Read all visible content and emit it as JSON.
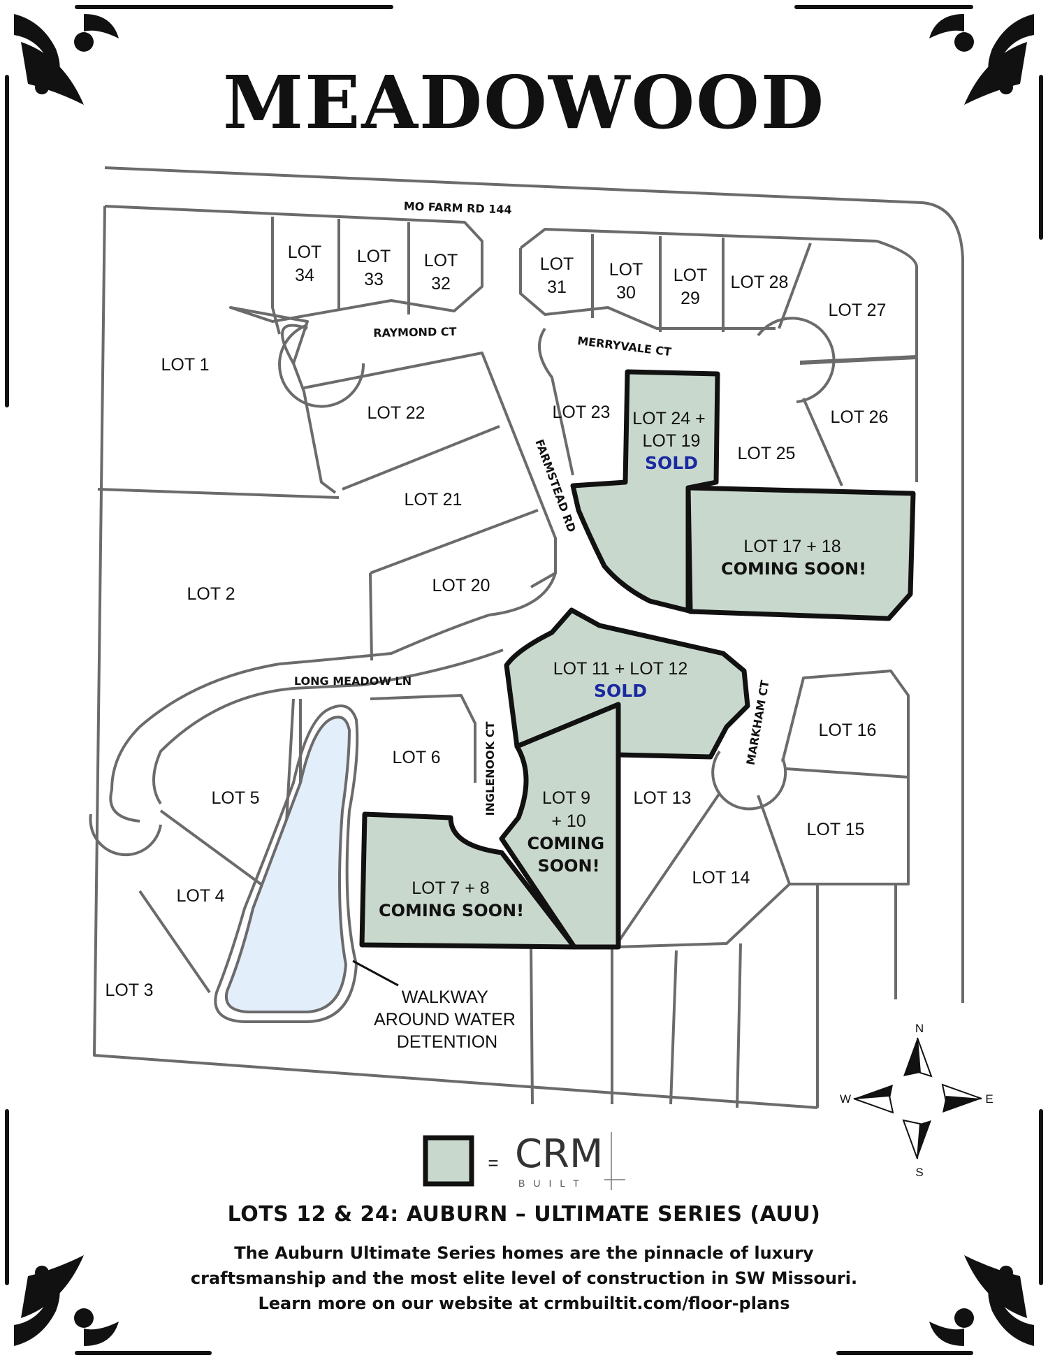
{
  "title": "MEADOWOOD",
  "colors": {
    "highlight_fill": "#c9d8cc",
    "pond_fill": "#e2eefa",
    "line": "#6b6b6b",
    "sold": "#1a2aa0"
  },
  "streets": {
    "mo_farm": "MO FARM RD 144",
    "raymond": "RAYMOND CT",
    "merryvale": "MERRYVALE CT",
    "farmstead": "FARMSTEAD RD",
    "long_meadow": "LONG MEADOW LN",
    "inglenook": "INGLENOOK CT",
    "markham": "MARKHAM CT"
  },
  "lots": {
    "l1": [
      "LOT 1"
    ],
    "l2": [
      "LOT 2"
    ],
    "l3": [
      "LOT 3"
    ],
    "l4": [
      "LOT 4"
    ],
    "l5": [
      "LOT 5"
    ],
    "l6": [
      "LOT 6"
    ],
    "l13": [
      "LOT 13"
    ],
    "l14": [
      "LOT 14"
    ],
    "l15": [
      "LOT 15"
    ],
    "l16": [
      "LOT 16"
    ],
    "l20": [
      "LOT 20"
    ],
    "l21": [
      "LOT 21"
    ],
    "l22": [
      "LOT 22"
    ],
    "l23": [
      "LOT 23"
    ],
    "l25": [
      "LOT 25"
    ],
    "l26": [
      "LOT 26"
    ],
    "l27": [
      "LOT 27"
    ],
    "l28": [
      "LOT 28"
    ],
    "l29": [
      "LOT",
      "29"
    ],
    "l30": [
      "LOT",
      "30"
    ],
    "l31": [
      "LOT",
      "31"
    ],
    "l32": [
      "LOT",
      "32"
    ],
    "l33": [
      "LOT",
      "33"
    ],
    "l34": [
      "LOT",
      "34"
    ]
  },
  "highlighted": {
    "l24_19": {
      "lines": [
        "LOT 24 +",
        "LOT 19"
      ],
      "status": "SOLD"
    },
    "l17_18": {
      "lines": [
        "LOT 17 + 18"
      ],
      "status": "COMING SOON!"
    },
    "l11_12": {
      "lines": [
        "LOT 11 + LOT 12"
      ],
      "status": "SOLD"
    },
    "l9_10": {
      "lines": [
        "LOT 9",
        "+ 10"
      ],
      "status": [
        "COMING",
        "SOON!"
      ]
    },
    "l7_8": {
      "lines": [
        "LOT 7 + 8"
      ],
      "status": "COMING SOON!"
    }
  },
  "walkway": [
    "WALKWAY",
    "AROUND WATER",
    "DETENTION"
  ],
  "compass": {
    "n": "N",
    "e": "E",
    "s": "S",
    "w": "W"
  },
  "legend": {
    "equals": "=",
    "brand": "CRM",
    "sub": "BUILT"
  },
  "headline": "LOTS 12 & 24: AUBURN – ULTIMATE SERIES (AUU)",
  "description": [
    "The Auburn Ultimate Series homes are the pinnacle of luxury",
    "craftsmanship and the most elite level of construction in SW Missouri.",
    "Learn more on our website at crmbuiltit.com/floor-plans"
  ]
}
